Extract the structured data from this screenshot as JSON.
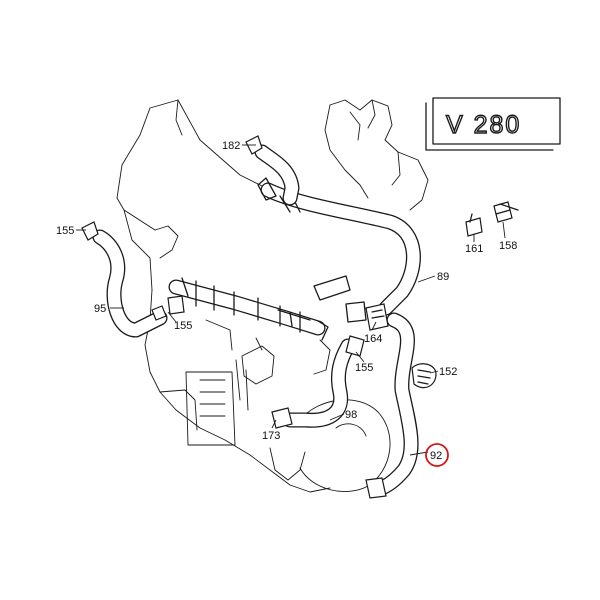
{
  "model_label": "V 280",
  "callouts": {
    "c182": "182",
    "c155a": "155",
    "c95": "95",
    "c155b": "155",
    "c161": "161",
    "c158": "158",
    "c89": "89",
    "c164": "164",
    "c152": "152",
    "c155c": "155",
    "c98": "98",
    "c173": "173",
    "c92": "92"
  },
  "highlight": {
    "callout": "92",
    "color": "#d01818"
  }
}
